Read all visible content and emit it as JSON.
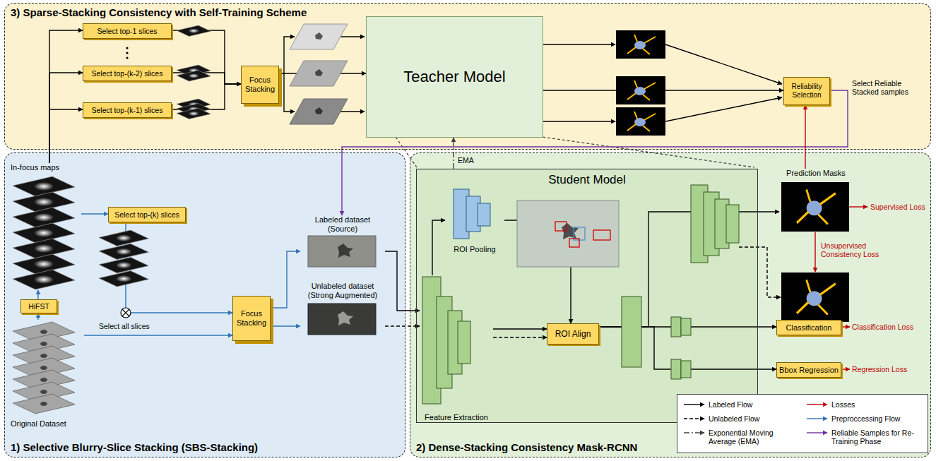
{
  "diagram": {
    "nodes": [
      {
        "text": [
          "3) Sparse-Stacking Consistency with Self-Training Scheme"
        ]
      },
      {
        "text": [
          "Select top-1 slices"
        ],
        "in": 0
      },
      {
        "text": [
          "Select top-(k-2) slices"
        ],
        "in": 0
      },
      {
        "text": [
          "Select top-(k-1) slices"
        ],
        "in": 0
      },
      {
        "text": [
          "Focus Stacking"
        ],
        "in": 0
      },
      {
        "text": [
          "Teacher Model"
        ],
        "in": 0
      },
      {
        "text": [
          "Reliability Selection"
        ],
        "in": 0
      },
      {
        "text": [
          "1) Selective Blurry-Slice Stacking (SBS-Stacking)"
        ]
      },
      {
        "text": [
          "In-focus maps"
        ],
        "in": 7
      },
      {
        "text": [
          "Select top-(k) slices"
        ],
        "in": 7
      },
      {
        "text": [
          "HiFST"
        ],
        "in": 7
      },
      {
        "text": [
          "Original Dataset"
        ],
        "in": 7
      },
      {
        "text": [
          "Focus Stacking"
        ],
        "in": 7
      },
      {
        "text": [
          "Labeled dataset (Source)"
        ],
        "in": 7
      },
      {
        "text": [
          "Unlabeled dataset (Strong Augmented)"
        ],
        "in": 7
      },
      {
        "text": [
          "2) Dense-Stacking Consistency Mask-RCNN"
        ]
      },
      {
        "text": [
          "Student Model"
        ],
        "in": 15
      },
      {
        "text": [
          "ROI Pooling"
        ],
        "in": 16
      },
      {
        "text": [
          "Feature Extraction"
        ],
        "in": 16
      },
      {
        "text": [
          "ROI Align"
        ],
        "in": 16
      },
      {
        "text": [
          "Classification"
        ],
        "in": 15
      },
      {
        "text": [
          "Bbox Regression"
        ],
        "in": 15
      },
      {
        "text": [
          "Prediction Masks"
        ],
        "in": 15
      }
    ],
    "edges": [
      {
        "from": 8,
        "to": 1,
        "arrow": "to"
      },
      {
        "from": 8,
        "to": 2,
        "arrow": "to"
      },
      {
        "from": 8,
        "to": 3,
        "arrow": "to"
      },
      {
        "from": 1,
        "to": 4,
        "arrow": "to"
      },
      {
        "from": 2,
        "to": 4,
        "arrow": "to"
      },
      {
        "from": 3,
        "to": 4,
        "arrow": "to"
      },
      {
        "from": 4,
        "to": 5,
        "arrow": "to"
      },
      {
        "from": 5,
        "to": 6,
        "arrow": "to"
      },
      {
        "from": 6,
        "to": 13,
        "label": "Select Reliable Stacked samples",
        "arrow": "to"
      },
      {
        "from": 11,
        "to": 10,
        "arrow": "to"
      },
      {
        "from": 10,
        "to": 8,
        "arrow": "to"
      },
      {
        "from": 8,
        "to": 9,
        "arrow": "to"
      },
      {
        "from": 9,
        "to": 12,
        "arrow": "to"
      },
      {
        "from": 11,
        "to": 12,
        "label": "Select all slices",
        "arrow": "to"
      },
      {
        "from": 12,
        "to": 13,
        "arrow": "to"
      },
      {
        "from": 12,
        "to": 14,
        "arrow": "to"
      },
      {
        "from": 13,
        "to": 18,
        "arrow": "to"
      },
      {
        "from": 14,
        "to": 18,
        "arrow": "to"
      },
      {
        "from": 18,
        "to": 17,
        "arrow": "to"
      },
      {
        "from": 17,
        "to": 19,
        "arrow": "to"
      },
      {
        "from": 18,
        "to": 19,
        "arrow": "to"
      },
      {
        "from": 18,
        "to": 19,
        "arrow": "to"
      },
      {
        "from": 19,
        "to": 22,
        "arrow": "to"
      },
      {
        "from": 19,
        "to": 20,
        "arrow": "to"
      },
      {
        "from": 19,
        "to": 21,
        "arrow": "to"
      },
      {
        "from": 22,
        "to": 6,
        "arrow": "to"
      },
      {
        "from": 16,
        "to": 5,
        "label": "EMA",
        "arrow": "to"
      }
    ],
    "labels": [
      "Supervised Loss",
      "Unsupervised Consistency Loss",
      "Classification Loss",
      "Regression Loss"
    ],
    "legend": [
      {
        "text": "Labeled Flow"
      },
      {
        "text": "Unlabeled Flow"
      },
      {
        "text": "Exponential Moving Average (EMA)"
      },
      {
        "text": "Losses"
      },
      {
        "text": "Preproccessing Flow"
      },
      {
        "text": "Reliable Samples for Re-Training Phase"
      }
    ]
  }
}
